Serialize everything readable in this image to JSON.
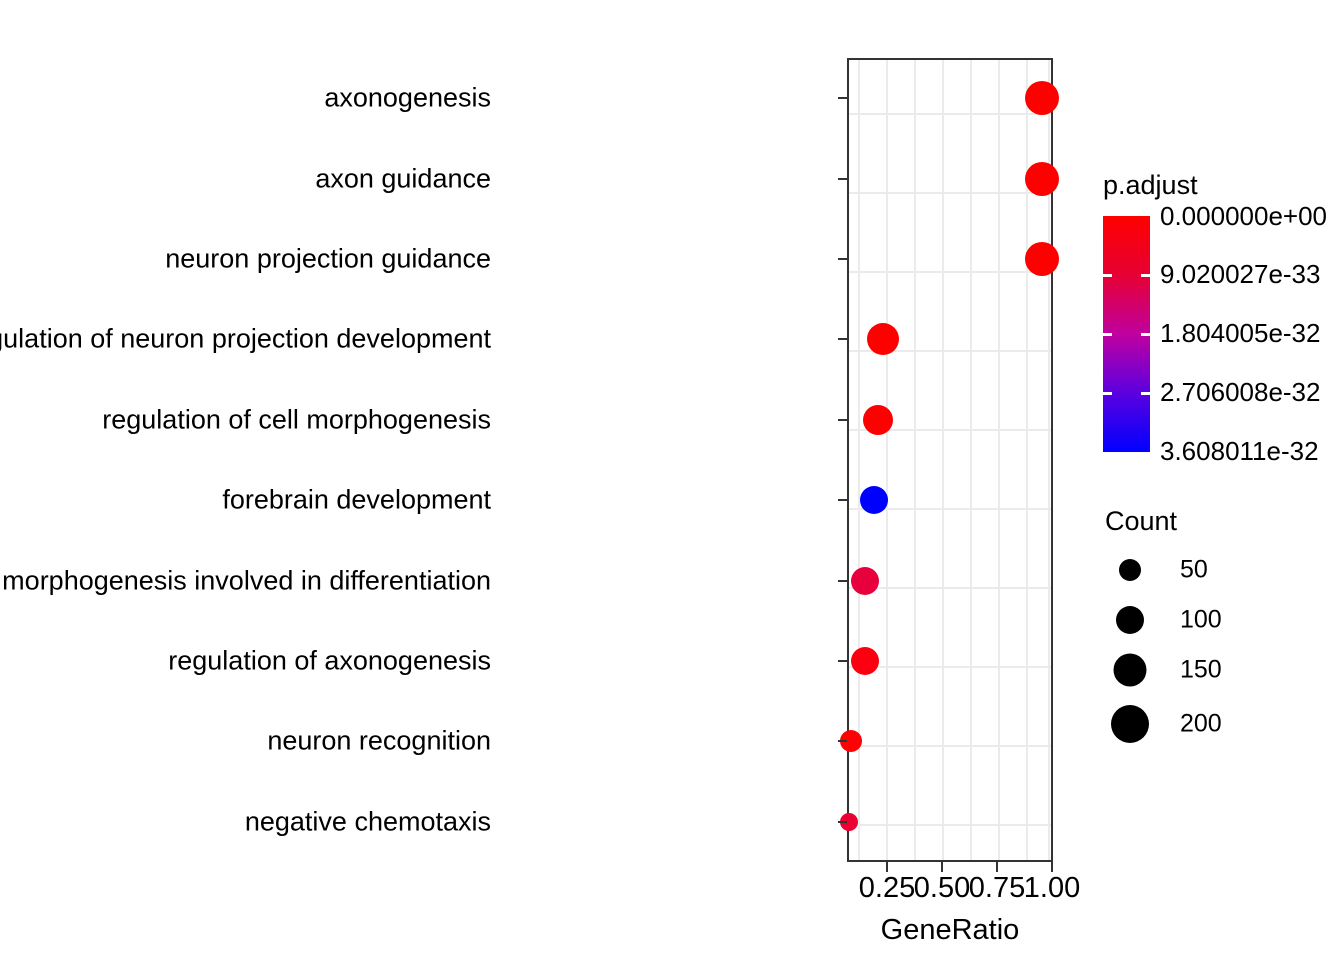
{
  "chart_data": {
    "type": "scatter",
    "title": "",
    "xlabel": "GeneRatio",
    "ylabel": "",
    "xlim": [
      0.13,
      1.05
    ],
    "xticks": [
      0.25,
      0.5,
      0.75,
      1.0
    ],
    "xticklabels": [
      "0.25",
      "0.50",
      "0.75",
      "1.00"
    ],
    "grid": true,
    "legend_position": "right",
    "categories": [
      "axonogenesis",
      "axon guidance",
      "neuron projection guidance",
      "regulation of neuron projection development",
      "regulation of cell morphogenesis",
      "forebrain development",
      "regulation of cell morphogenesis involved in differentiation",
      "regulation of axonogenesis",
      "neuron recognition",
      "negative chemotaxis"
    ],
    "points": [
      {
        "term": "axonogenesis",
        "gene_ratio": 1.0,
        "count": 215,
        "p_adjust": 0.0,
        "color": "#ff0000",
        "radius": 17
      },
      {
        "term": "axon guidance",
        "gene_ratio": 1.0,
        "count": 210,
        "p_adjust": 0.0,
        "color": "#ff0000",
        "radius": 17
      },
      {
        "term": "neuron projection guidance",
        "gene_ratio": 1.0,
        "count": 210,
        "p_adjust": 0.0,
        "color": "#ff0000",
        "radius": 17
      },
      {
        "term": "regulation of neuron projection development",
        "gene_ratio": 0.29,
        "count": 165,
        "p_adjust": 1e-34,
        "color": "#ff0000",
        "radius": 16
      },
      {
        "term": "regulation of cell morphogenesis",
        "gene_ratio": 0.27,
        "count": 150,
        "p_adjust": 1e-34,
        "color": "#ff0000",
        "radius": 15
      },
      {
        "term": "forebrain development",
        "gene_ratio": 0.25,
        "count": 135,
        "p_adjust": 3.608011e-32,
        "color": "#0000ff",
        "radius": 14
      },
      {
        "term": "regulation of cell morphogenesis involved in differentiation",
        "gene_ratio": 0.21,
        "count": 130,
        "p_adjust": 4.5e-33,
        "color": "#e8003d",
        "radius": 14
      },
      {
        "term": "regulation of axonogenesis",
        "gene_ratio": 0.21,
        "count": 130,
        "p_adjust": 1e-33,
        "color": "#fc0010",
        "radius": 14
      },
      {
        "term": "neuron recognition",
        "gene_ratio": 0.15,
        "count": 75,
        "p_adjust": 1e-34,
        "color": "#ff0004",
        "radius": 11
      },
      {
        "term": "negative chemotaxis",
        "gene_ratio": 0.14,
        "count": 60,
        "p_adjust": 4.5e-33,
        "color": "#ec0034",
        "radius": 9
      }
    ],
    "color_legend": {
      "title": "p.adjust",
      "labels": [
        "0.000000e+00",
        "9.020027e-33",
        "1.804005e-32",
        "2.706008e-32",
        "3.608011e-32"
      ],
      "values": [
        0.0,
        9.020027e-33,
        1.804005e-32,
        2.706008e-32,
        3.608011e-32
      ],
      "color_high": "#ff0000",
      "color_low": "#0000ff"
    },
    "size_legend": {
      "title": "Count",
      "labels": [
        "50",
        "100",
        "150",
        "200"
      ],
      "values": [
        50,
        100,
        150,
        200
      ],
      "key_diameters": [
        22,
        28,
        33,
        38
      ],
      "key_color": "#000000"
    }
  },
  "axis": {
    "x_title": "GeneRatio",
    "x_ticklabels": [
      "0.25",
      "0.50",
      "0.75",
      "1.00"
    ]
  },
  "y_labels": [
    "axonogenesis",
    "axon guidance",
    "neuron projection guidance",
    "regulation of neuron projection development",
    "regulation of cell morphogenesis",
    "forebrain development",
    "regulation of cell morphogenesis involved in differentiation",
    "regulation of axonogenesis",
    "neuron recognition",
    "negative chemotaxis"
  ],
  "legends": {
    "color_title": "p.adjust",
    "color_labels": [
      "0.000000e+00",
      "9.020027e-33",
      "1.804005e-32",
      "2.706008e-32",
      "3.608011e-32"
    ],
    "size_title": "Count",
    "size_labels": [
      "50",
      "100",
      "150",
      "200"
    ]
  },
  "style": {
    "panel_border": "#333333",
    "grid_color": "#ebebeb",
    "background": "#ffffff"
  }
}
